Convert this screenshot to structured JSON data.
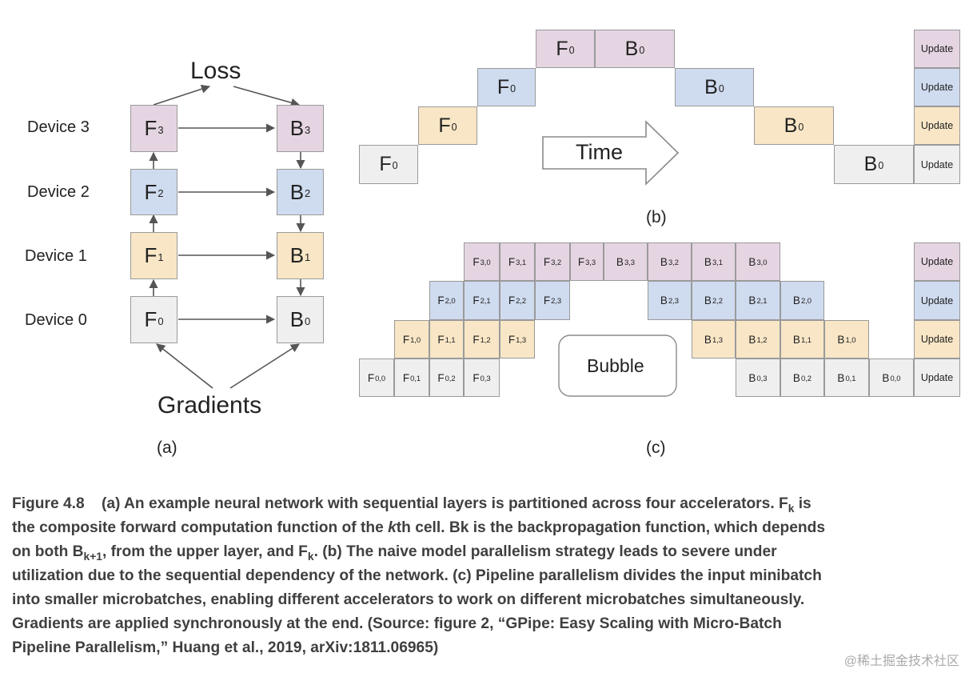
{
  "colors": {
    "device3": "#e5d5e2",
    "device2": "#cfdbef",
    "device1": "#f8e6c6",
    "device0": "#efefef",
    "border": "#9a9a9a",
    "arrow": "#555555",
    "caption": "#3f3f3f"
  },
  "panel_a": {
    "loss_label": "Loss",
    "gradients_label": "Gradients",
    "panel_label": "(a)",
    "devices": [
      {
        "label": "Device 3",
        "forward": "F",
        "forward_sub": "3",
        "backward": "B",
        "backward_sub": "3"
      },
      {
        "label": "Device 2",
        "forward": "F",
        "forward_sub": "2",
        "backward": "B",
        "backward_sub": "2"
      },
      {
        "label": "Device 1",
        "forward": "F",
        "forward_sub": "1",
        "backward": "B",
        "backward_sub": "1"
      },
      {
        "label": "Device 0",
        "forward": "F",
        "forward_sub": "0",
        "backward": "B",
        "backward_sub": "0"
      }
    ]
  },
  "panel_b": {
    "panel_label": "(b)",
    "time_label": "Time",
    "update_label": "Update",
    "cells": [
      {
        "text": "F",
        "sub": "0",
        "device": 0
      },
      {
        "text": "F",
        "sub": "0",
        "device": 1
      },
      {
        "text": "F",
        "sub": "0",
        "device": 2
      },
      {
        "text": "F",
        "sub": "0",
        "device": 3
      },
      {
        "text": "B",
        "sub": "0",
        "device": 3
      },
      {
        "text": "B",
        "sub": "0",
        "device": 2
      },
      {
        "text": "B",
        "sub": "0",
        "device": 1
      },
      {
        "text": "B",
        "sub": "0",
        "device": 0
      }
    ]
  },
  "panel_c": {
    "panel_label": "(c)",
    "bubble_label": "Bubble",
    "update_label": "Update",
    "rows": [
      {
        "device": 3,
        "forward": [
          "3,0",
          "3,1",
          "3,2",
          "3,3"
        ],
        "backward": [
          "3,3",
          "3,2",
          "3,1",
          "3,0"
        ]
      },
      {
        "device": 2,
        "forward": [
          "2,0",
          "2,1",
          "2,2",
          "2,3"
        ],
        "backward": [
          "2,3",
          "2,2",
          "2,1",
          "2,0"
        ]
      },
      {
        "device": 1,
        "forward": [
          "1,0",
          "1,1",
          "1,2",
          "1,3"
        ],
        "backward": [
          "1,3",
          "1,2",
          "1,1",
          "1,0"
        ]
      },
      {
        "device": 0,
        "forward": [
          "0,0",
          "0,1",
          "0,2",
          "0,3"
        ],
        "backward": [
          "0,3",
          "0,2",
          "0,1",
          "0,0"
        ]
      }
    ]
  },
  "caption": {
    "figure_number": "Figure 4.8",
    "line1_a": "(a) An example neural network with sequential layers is partitioned across four accelerators. F",
    "line1_sub": "k",
    "line1_b": " is",
    "line2_a": "the composite forward computation function of the ",
    "line2_em": "k",
    "line2_b": "th cell. Bk is the backpropagation function, which depends",
    "line3_a": "on both B",
    "line3_sub1": "k+1",
    "line3_b": ", from the upper layer, and F",
    "line3_sub2": "k",
    "line3_c": ". (b) The naive model parallelism strategy leads to severe under",
    "line4": "utilization due to the sequential dependency of the network. (c) Pipeline parallelism divides the input minibatch",
    "line5": "into smaller microbatches, enabling different accelerators to work on different microbatches simultaneously.",
    "line6": "Gradients are applied synchronously at the end. (Source: figure 2, “GPipe: Easy Scaling with Micro-Batch",
    "line7": "Pipeline Parallelism,” Huang et al., 2019, arXiv:1811.06965)"
  },
  "watermark": "@稀土掘金技术社区"
}
